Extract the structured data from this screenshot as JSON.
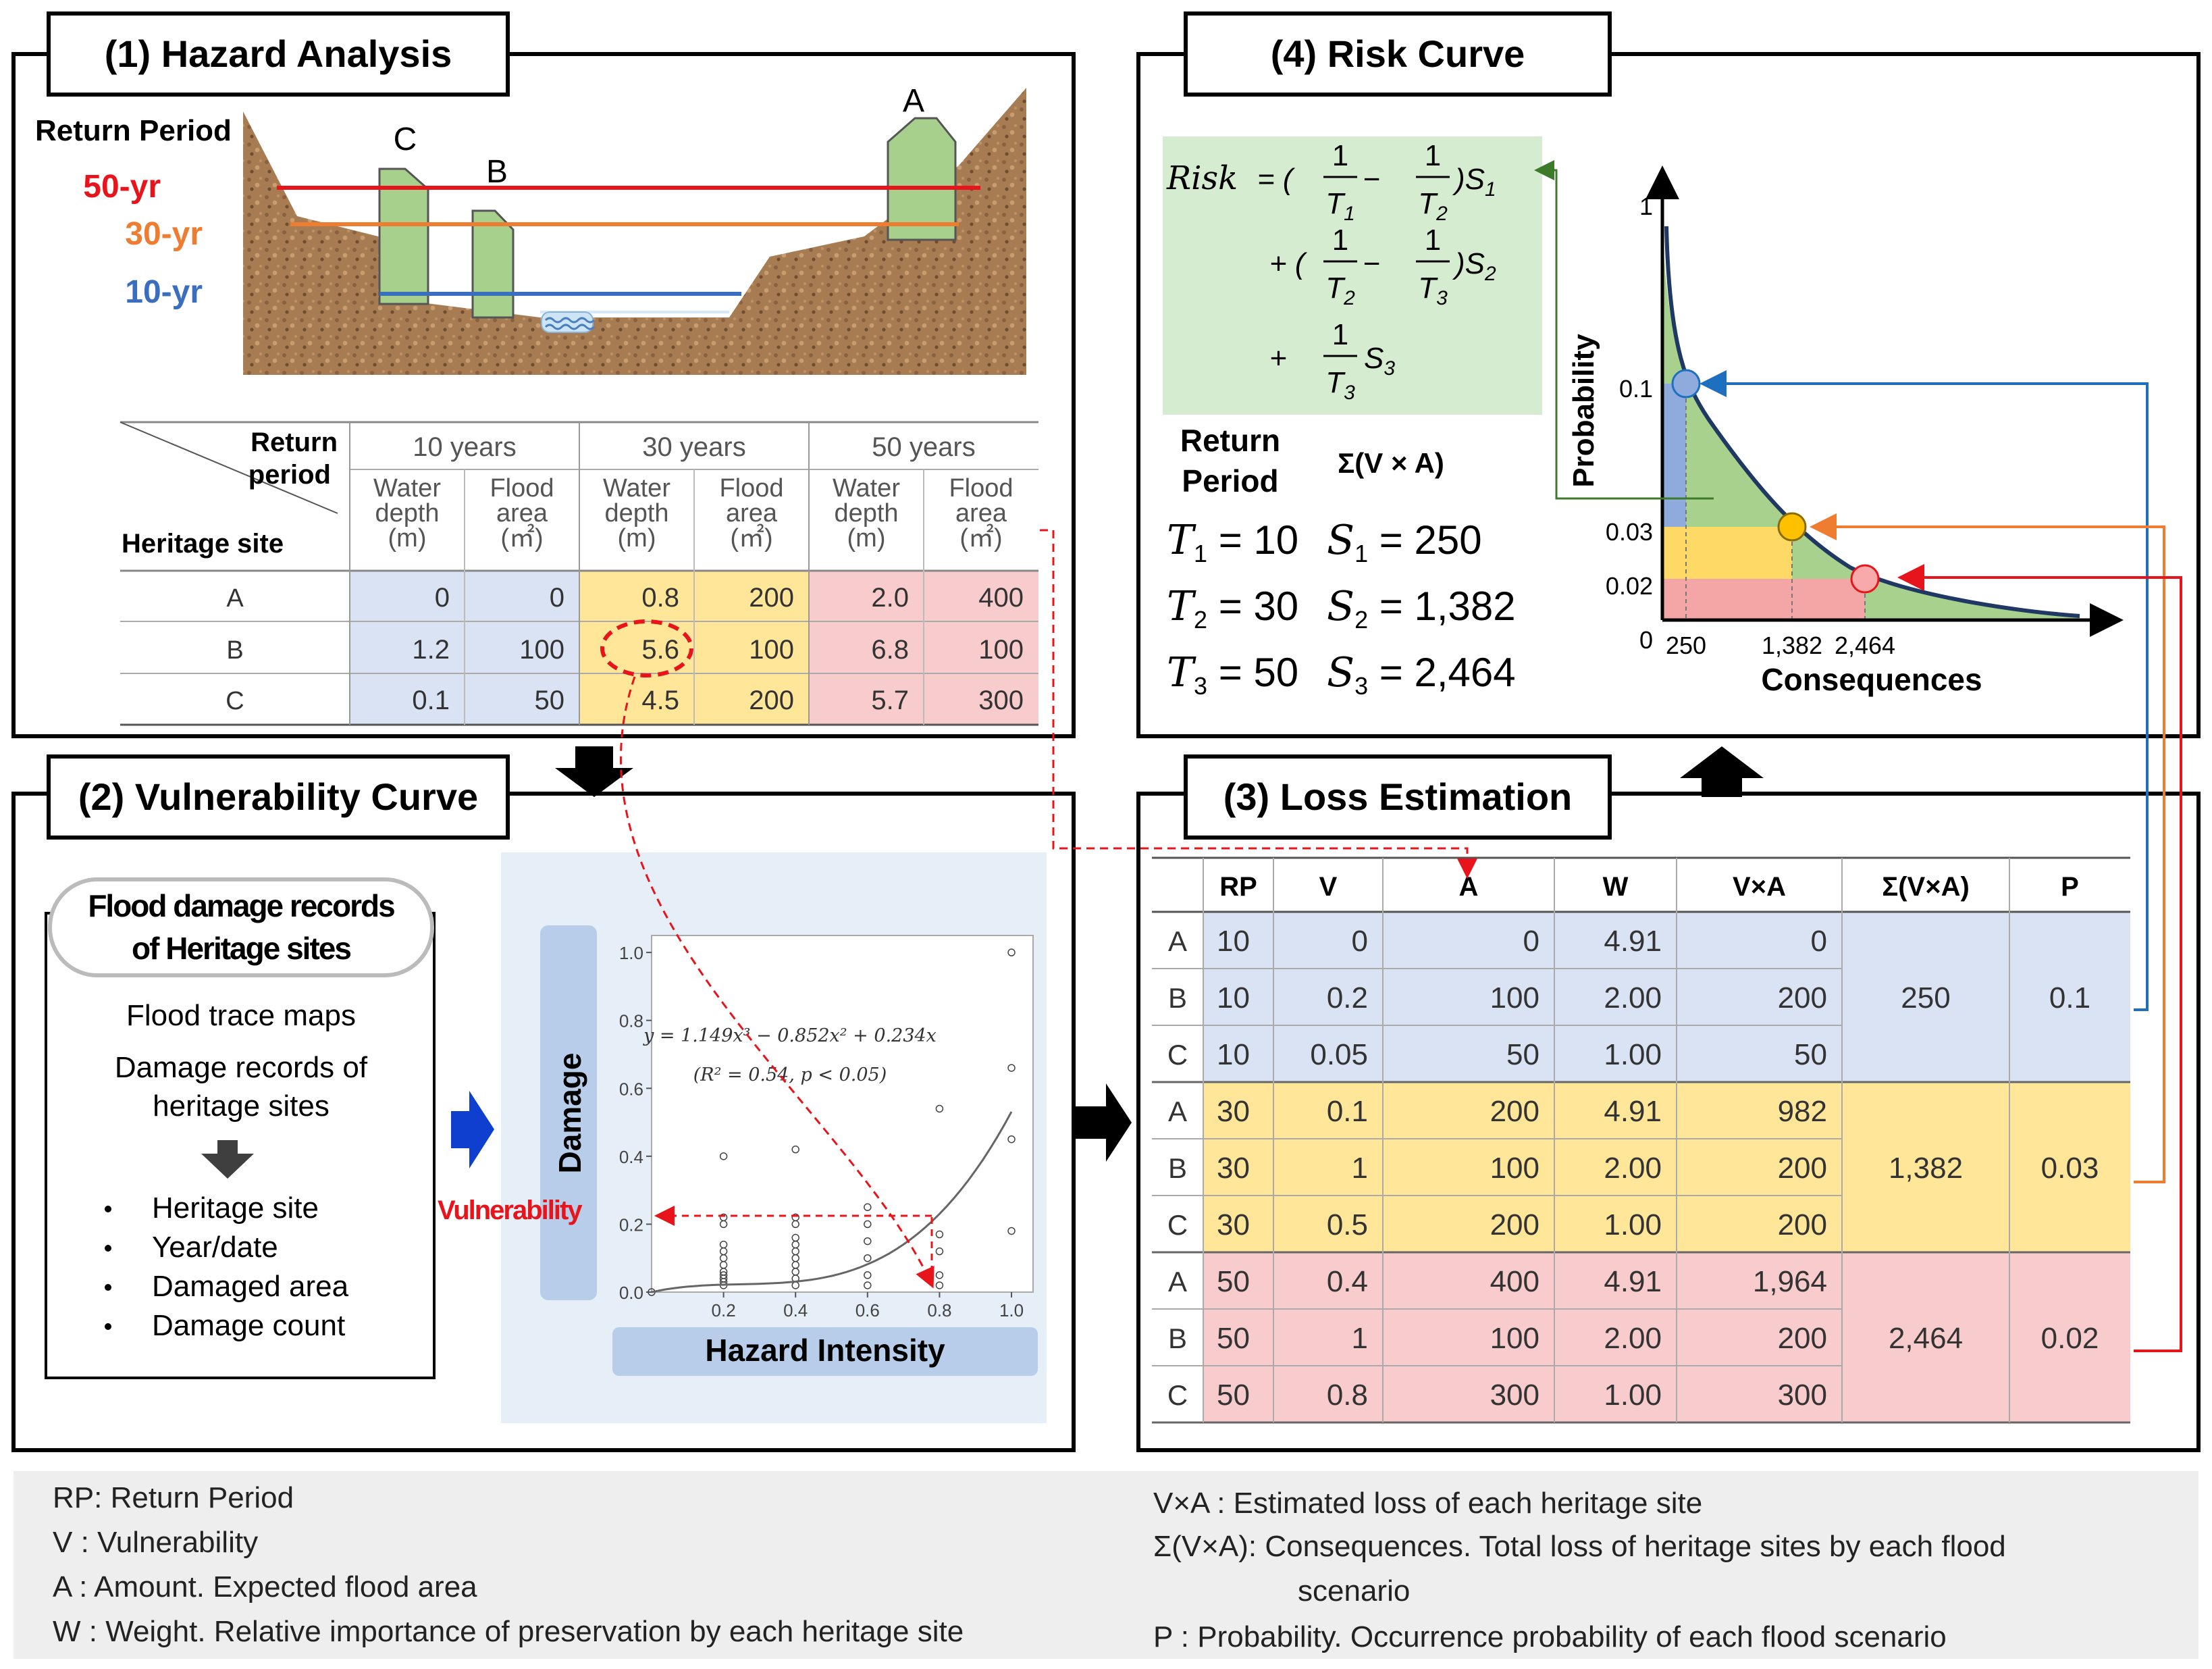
{
  "panels": {
    "p1": "(1) Hazard Analysis",
    "p2": "(2) Vulnerability Curve",
    "p3": "(3) Loss Estimation",
    "p4": "(4) Risk Curve"
  },
  "hazard": {
    "return_period_label": "Return Period",
    "levels": [
      {
        "label": "50-yr",
        "color": "#e8141b"
      },
      {
        "label": "30-yr",
        "color": "#ee7d31"
      },
      {
        "label": "10-yr",
        "color": "#3a6fc0"
      }
    ],
    "sites": [
      "A",
      "B",
      "C"
    ],
    "table": {
      "corner_top": [
        "Return",
        "period"
      ],
      "corner_bottom": "Heritage site",
      "periods": [
        "10 years",
        "30 years",
        "50 years"
      ],
      "sub": [
        [
          "Water",
          "depth",
          "(m)"
        ],
        [
          "Flood",
          "area",
          "(㎡)"
        ]
      ],
      "rows": [
        [
          "A",
          "0",
          "0",
          "0.8",
          "200",
          "2.0",
          "400"
        ],
        [
          "B",
          "1.2",
          "100",
          "5.6",
          "100",
          "6.8",
          "100"
        ],
        [
          "C",
          "0.1",
          "50",
          "4.5",
          "200",
          "5.7",
          "300"
        ]
      ]
    }
  },
  "vuln": {
    "records_title": [
      "Flood damage records",
      "of Heritage sites"
    ],
    "sources": [
      "Flood trace maps",
      "Damage records of",
      "heritage sites"
    ],
    "bullets": [
      "Heritage site",
      "Year/date",
      "Damaged area",
      "Damage count"
    ],
    "ylabel": "Damage",
    "xlabel": "Hazard Intensity",
    "vuln_label": "Vulnerability",
    "equation": "y = 1.149x³ − 0.852x² + 0.234x",
    "r2": "(R² = 0.54,  p < 0.05)",
    "yticks": [
      "1.0",
      "0.8",
      "0.6",
      "0.4",
      "0.2",
      "0.0"
    ],
    "xticks": [
      "0.2",
      "0.4",
      "0.6",
      "0.8",
      "1.0"
    ]
  },
  "loss": {
    "headers": [
      "RP",
      "V",
      "A",
      "W",
      "V×A",
      "Σ(V×A)",
      "P"
    ],
    "rows": [
      [
        "A",
        "10",
        "0",
        "0",
        "4.91",
        "0"
      ],
      [
        "B",
        "10",
        "0.2",
        "100",
        "2.00",
        "200"
      ],
      [
        "C",
        "10",
        "0.05",
        "50",
        "1.00",
        "50"
      ],
      [
        "A",
        "30",
        "0.1",
        "200",
        "4.91",
        "982"
      ],
      [
        "B",
        "30",
        "1",
        "100",
        "2.00",
        "200"
      ],
      [
        "C",
        "30",
        "0.5",
        "200",
        "1.00",
        "200"
      ],
      [
        "A",
        "50",
        "0.4",
        "400",
        "4.91",
        "1,964"
      ],
      [
        "B",
        "50",
        "1",
        "100",
        "2.00",
        "200"
      ],
      [
        "C",
        "50",
        "0.8",
        "300",
        "1.00",
        "300"
      ]
    ],
    "groups": [
      {
        "sum": "250",
        "p": "0.1"
      },
      {
        "sum": "1,382",
        "p": "0.03"
      },
      {
        "sum": "2,464",
        "p": "0.02"
      }
    ]
  },
  "risk": {
    "formula_lhs": "Risk",
    "rp_label": [
      "Return",
      "Period"
    ],
    "sum_label": "Σ(V × A)",
    "T": [
      "10",
      "30",
      "50"
    ],
    "S": [
      "250",
      "1,382",
      "2,464"
    ],
    "ylabel": "Probability",
    "xlabel": "Consequences",
    "yticks": [
      "1",
      "0.1",
      "0.03",
      "0.02",
      "0"
    ],
    "xticks": [
      "250",
      "1,382",
      "2,464"
    ]
  },
  "legend": {
    "left": [
      "RP: Return  Period",
      "V : Vulnerability",
      "A : Amount.  Expected  flood  area",
      "W : Weight.  Relative importance  of preservation  by each heritage  site"
    ],
    "right": [
      "V×A : Estimated loss of each heritage site",
      "Σ(V×A): Consequences. Total loss of heritage sites by each flood",
      "scenario",
      "P : Probability. Occurrence probability of each flood scenario"
    ]
  },
  "colors": {
    "blue": "#dae3f3",
    "yellow": "#ffe699",
    "red": "#f8cbcc",
    "green": "#d6ecd0",
    "terrain": "#a77c52"
  }
}
